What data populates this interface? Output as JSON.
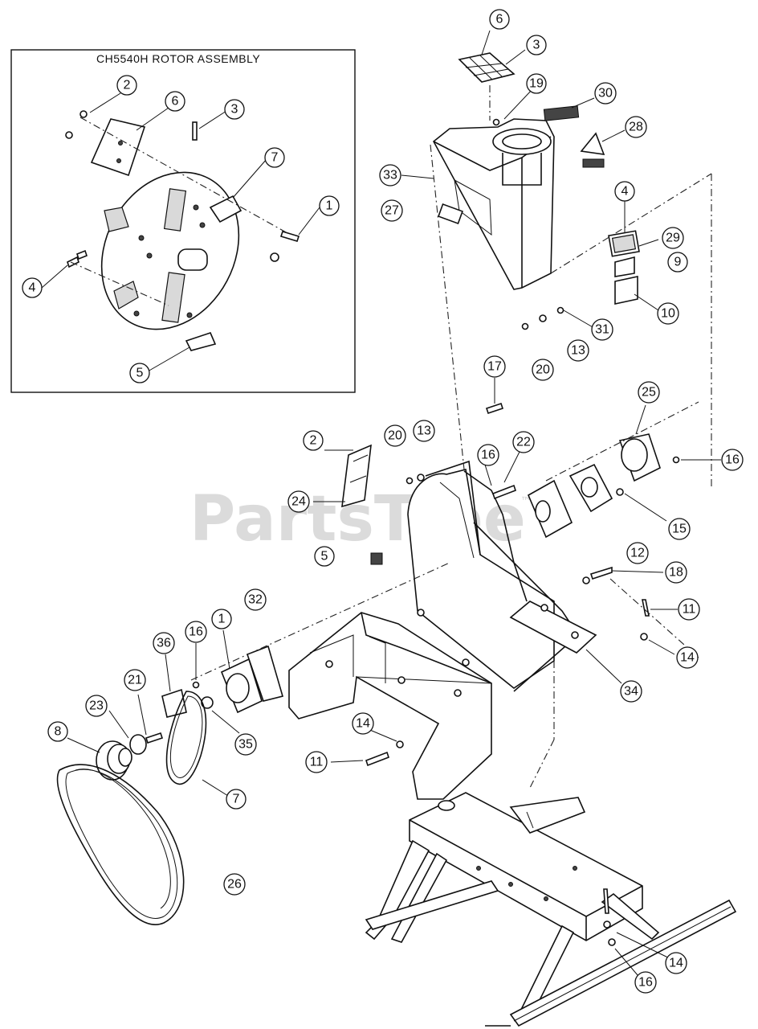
{
  "inset": {
    "title": "CH5540H ROTOR ASSEMBLY"
  },
  "watermark": {
    "text": "PartsTree",
    "tm": "™"
  },
  "callouts": {
    "inset_2": "2",
    "inset_6": "6",
    "inset_3": "3",
    "inset_7": "7",
    "inset_1": "1",
    "inset_4": "4",
    "inset_5": "5",
    "hood_6": "6",
    "hood_3": "3",
    "hood_19": "19",
    "hood_30": "30",
    "hood_28": "28",
    "hood_33": "33",
    "hood_27": "27",
    "hood_4": "4",
    "hood_29": "29",
    "hood_9": "9",
    "hood_10": "10",
    "hood_31": "31",
    "hood_13": "13",
    "hood_20": "20",
    "mid_17": "17",
    "mid_25": "25",
    "mid_16a": "16",
    "mid_2": "2",
    "mid_20": "20",
    "mid_13": "13",
    "mid_16b": "16",
    "mid_22": "22",
    "mid_24": "24",
    "mid_15": "15",
    "mid_5": "5",
    "mid_12": "12",
    "mid_18": "18",
    "mid_32": "32",
    "mid_11a": "11",
    "mid_1": "1",
    "mid_36": "36",
    "mid_16c": "16",
    "mid_14a": "14",
    "mid_21": "21",
    "mid_34": "34",
    "mid_23": "23",
    "mid_35": "35",
    "mid_8": "8",
    "mid_14b": "14",
    "mid_11b": "11",
    "mid_7": "7",
    "mid_26": "26",
    "base_14": "14",
    "base_16": "16"
  }
}
